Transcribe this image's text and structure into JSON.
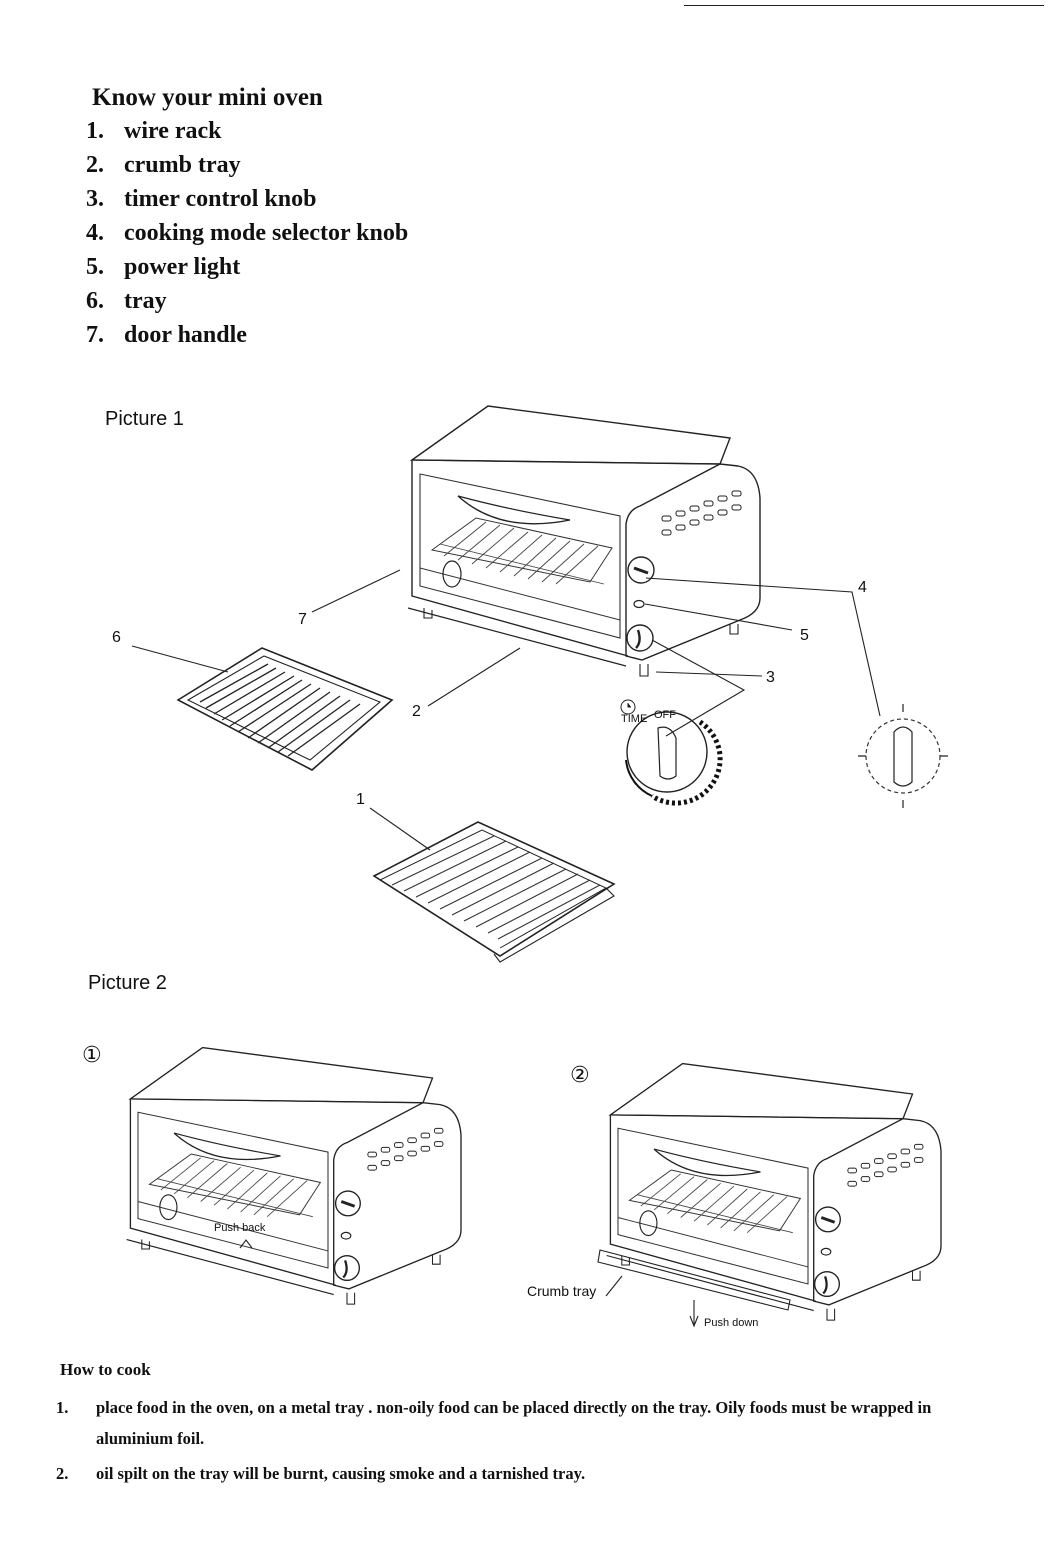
{
  "title": "Know your mini oven",
  "parts": [
    {
      "num": "1.",
      "label": "wire rack"
    },
    {
      "num": "2.",
      "label": "crumb tray"
    },
    {
      "num": "3.",
      "label": "timer control knob"
    },
    {
      "num": "4.",
      "label": "cooking mode selector knob"
    },
    {
      "num": "5.",
      "label": "power light"
    },
    {
      "num": "6.",
      "label": "tray"
    },
    {
      "num": "7.",
      "label": "door handle"
    }
  ],
  "picture1": {
    "label": "Picture 1",
    "callouts": {
      "c1": "1",
      "c2": "2",
      "c3": "3",
      "c4": "4",
      "c5": "5",
      "c6": "6",
      "c7": "7"
    },
    "dial_labels": {
      "off": "OFF",
      "time": "TIME"
    }
  },
  "picture2": {
    "label": "Picture 2",
    "step1": "①",
    "step2": "②",
    "push_back": "Push back",
    "crumb_tray": "Crumb tray",
    "push_down": "Push down"
  },
  "how_to_cook": {
    "title": "How to cook",
    "steps": [
      {
        "num": "1.",
        "text": "place food in the oven, on a metal tray . non-oily food can be placed directly on the tray. Oily foods must be wrapped in aluminium foil."
      },
      {
        "num": "2.",
        "text": "oil spilt on the tray will be burnt, causing smoke and a tarnished tray."
      }
    ]
  }
}
